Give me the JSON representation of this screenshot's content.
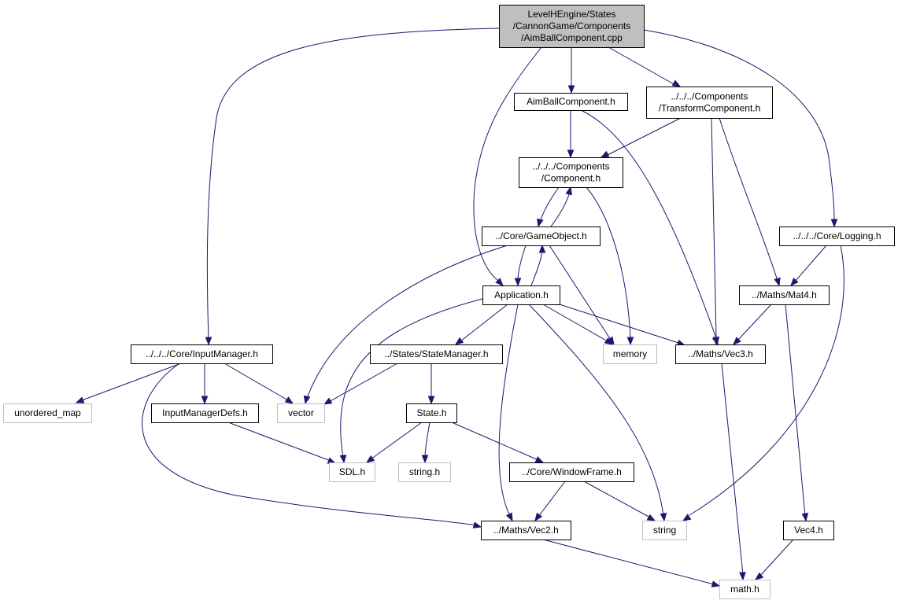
{
  "colors": {
    "edge": "#191970",
    "root_fill": "#bfbfbf",
    "node_fill": "#ffffff",
    "internal_border": "#000000",
    "external_border": "#bfbfbf"
  },
  "nodes": {
    "root": {
      "lines": [
        "LevelHEngine/States",
        "/CannonGame/Components",
        "/AimBallComponent.cpp"
      ],
      "kind": "root"
    },
    "aimball_h": {
      "lines": [
        "AimBallComponent.h"
      ],
      "kind": "internal"
    },
    "transform_h": {
      "lines": [
        "../../../Components",
        "/TransformComponent.h"
      ],
      "kind": "internal"
    },
    "component_h": {
      "lines": [
        "../../../Components",
        "/Component.h"
      ],
      "kind": "internal"
    },
    "gameobject_h": {
      "lines": [
        "../Core/GameObject.h"
      ],
      "kind": "internal"
    },
    "logging_h": {
      "lines": [
        "../../../Core/Logging.h"
      ],
      "kind": "internal"
    },
    "application_h": {
      "lines": [
        "Application.h"
      ],
      "kind": "internal"
    },
    "mat4_h": {
      "lines": [
        "../Maths/Mat4.h"
      ],
      "kind": "internal"
    },
    "inputmanager_h": {
      "lines": [
        "../../../Core/InputManager.h"
      ],
      "kind": "internal"
    },
    "statemanager_h": {
      "lines": [
        "../States/StateManager.h"
      ],
      "kind": "internal"
    },
    "memory": {
      "lines": [
        "memory"
      ],
      "kind": "external"
    },
    "vec3_h": {
      "lines": [
        "../Maths/Vec3.h"
      ],
      "kind": "internal"
    },
    "unordered_map": {
      "lines": [
        "unordered_map"
      ],
      "kind": "external"
    },
    "inputmanagerdefs_h": {
      "lines": [
        "InputManagerDefs.h"
      ],
      "kind": "internal"
    },
    "vector": {
      "lines": [
        "vector"
      ],
      "kind": "external"
    },
    "state_h": {
      "lines": [
        "State.h"
      ],
      "kind": "internal"
    },
    "sdl_h": {
      "lines": [
        "SDL.h"
      ],
      "kind": "external"
    },
    "string_h": {
      "lines": [
        "string.h"
      ],
      "kind": "external"
    },
    "windowframe_h": {
      "lines": [
        "../Core/WindowFrame.h"
      ],
      "kind": "internal"
    },
    "vec2_h": {
      "lines": [
        "../Maths/Vec2.h"
      ],
      "kind": "internal"
    },
    "string": {
      "lines": [
        "string"
      ],
      "kind": "external"
    },
    "vec4_h": {
      "lines": [
        "Vec4.h"
      ],
      "kind": "internal"
    },
    "math_h": {
      "lines": [
        "math.h"
      ],
      "kind": "external"
    }
  },
  "edges": [
    {
      "from": "root",
      "to": "aimball_h"
    },
    {
      "from": "root",
      "to": "transform_h"
    },
    {
      "from": "root",
      "to": "application_h"
    },
    {
      "from": "root",
      "to": "logging_h"
    },
    {
      "from": "root",
      "to": "inputmanager_h"
    },
    {
      "from": "aimball_h",
      "to": "component_h"
    },
    {
      "from": "aimball_h",
      "to": "vec3_h"
    },
    {
      "from": "transform_h",
      "to": "component_h"
    },
    {
      "from": "transform_h",
      "to": "vec3_h"
    },
    {
      "from": "transform_h",
      "to": "mat4_h"
    },
    {
      "from": "component_h",
      "to": "gameobject_h"
    },
    {
      "from": "component_h",
      "to": "memory"
    },
    {
      "from": "gameobject_h",
      "to": "component_h"
    },
    {
      "from": "gameobject_h",
      "to": "application_h"
    },
    {
      "from": "gameobject_h",
      "to": "memory"
    },
    {
      "from": "gameobject_h",
      "to": "vector"
    },
    {
      "from": "application_h",
      "to": "gameobject_h"
    },
    {
      "from": "application_h",
      "to": "memory"
    },
    {
      "from": "application_h",
      "to": "vec3_h"
    },
    {
      "from": "application_h",
      "to": "statemanager_h"
    },
    {
      "from": "application_h",
      "to": "sdl_h"
    },
    {
      "from": "application_h",
      "to": "vec2_h"
    },
    {
      "from": "application_h",
      "to": "string"
    },
    {
      "from": "logging_h",
      "to": "mat4_h"
    },
    {
      "from": "logging_h",
      "to": "string"
    },
    {
      "from": "mat4_h",
      "to": "vec3_h"
    },
    {
      "from": "mat4_h",
      "to": "vec4_h"
    },
    {
      "from": "vec3_h",
      "to": "math_h"
    },
    {
      "from": "inputmanager_h",
      "to": "unordered_map"
    },
    {
      "from": "inputmanager_h",
      "to": "inputmanagerdefs_h"
    },
    {
      "from": "inputmanager_h",
      "to": "vector"
    },
    {
      "from": "inputmanager_h",
      "to": "vec2_h"
    },
    {
      "from": "inputmanagerdefs_h",
      "to": "sdl_h"
    },
    {
      "from": "statemanager_h",
      "to": "vector"
    },
    {
      "from": "statemanager_h",
      "to": "state_h"
    },
    {
      "from": "state_h",
      "to": "sdl_h"
    },
    {
      "from": "state_h",
      "to": "string_h"
    },
    {
      "from": "state_h",
      "to": "windowframe_h"
    },
    {
      "from": "windowframe_h",
      "to": "vec2_h"
    },
    {
      "from": "windowframe_h",
      "to": "string"
    },
    {
      "from": "vec2_h",
      "to": "math_h"
    },
    {
      "from": "vec4_h",
      "to": "math_h"
    }
  ]
}
